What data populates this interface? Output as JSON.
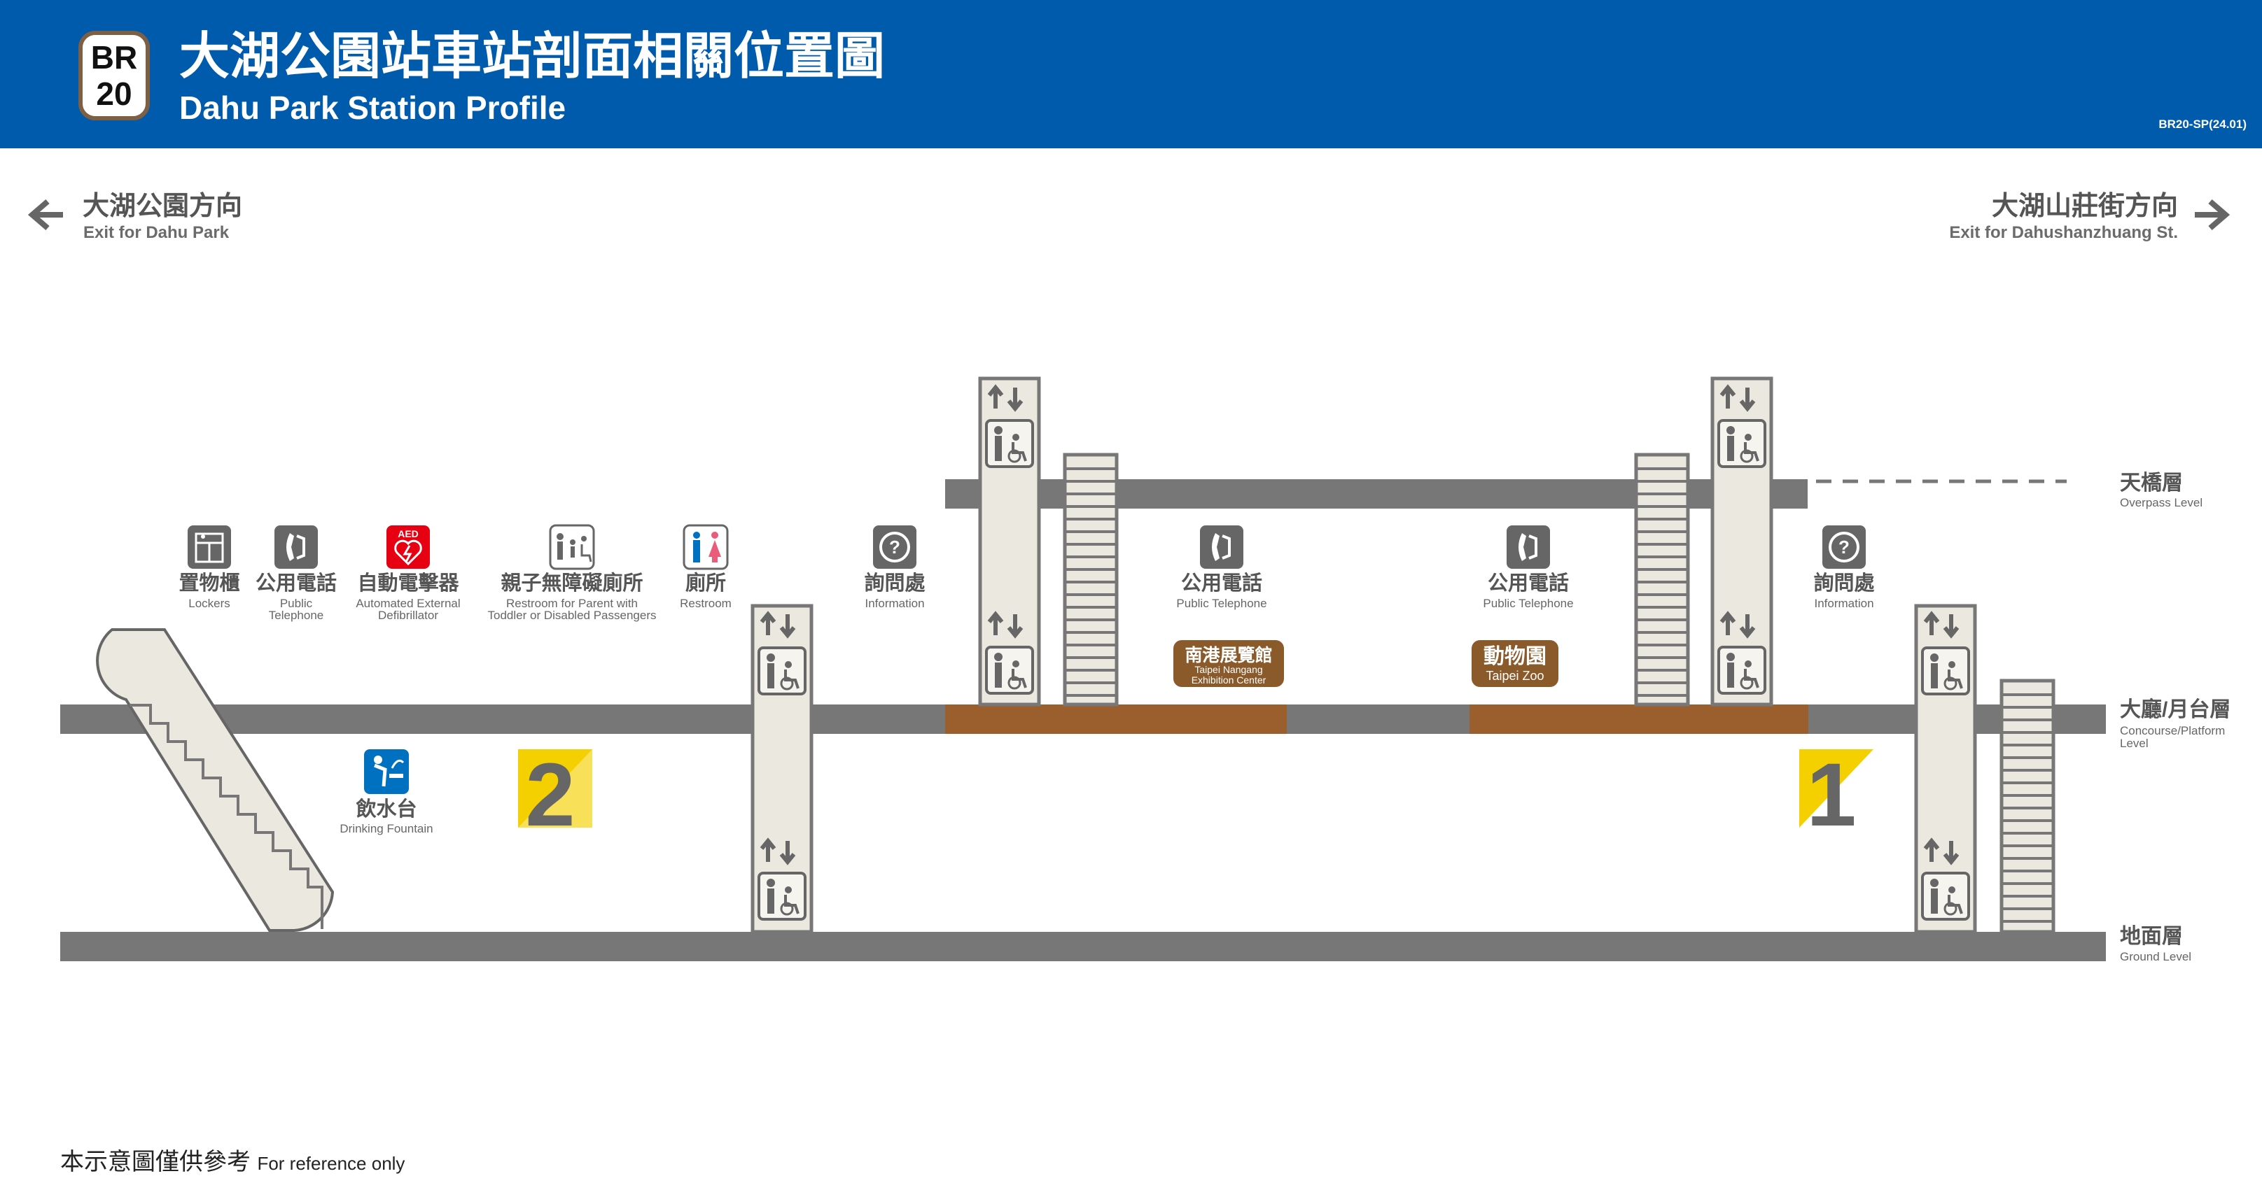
{
  "header": {
    "station_code_line": "BR",
    "station_code_num": "20",
    "title_zh": "大湖公園站車站剖面相關位置圖",
    "title_en": "Dahu Park Station Profile",
    "map_code": "BR20-SP(24.01)"
  },
  "directions": {
    "left": {
      "zh": "大湖公園方向",
      "en": "Exit for Dahu Park"
    },
    "right": {
      "zh": "大湖山莊街方向",
      "en": "Exit for Dahushanzhuang St."
    }
  },
  "levels": {
    "overpass": {
      "zh": "天橋層",
      "en": "Overpass Level"
    },
    "concourse": {
      "zh": "大廳/月台層",
      "en_1": "Concourse/Platform",
      "en_2": "Level"
    },
    "ground": {
      "zh": "地面層",
      "en": "Ground Level"
    }
  },
  "facilities": {
    "lockers": {
      "zh": "置物櫃",
      "en": "Lockers",
      "icon": "locker-icon"
    },
    "phone_left": {
      "zh": "公用電話",
      "en_1": "Public",
      "en_2": "Telephone",
      "icon": "telephone-icon"
    },
    "aed": {
      "zh": "自動電擊器",
      "en_1": "Automated External",
      "en_2": "Defibrillator",
      "icon_text": "AED",
      "icon": "aed-icon"
    },
    "family_restroom": {
      "zh": "親子無障礙廁所",
      "en_1": "Restroom for Parent with",
      "en_2": "Toddler or Disabled Passengers",
      "icon": "family-restroom-icon"
    },
    "restroom": {
      "zh": "廁所",
      "en": "Restroom",
      "icon": "restroom-icon"
    },
    "info_left": {
      "zh": "詢問處",
      "en": "Information",
      "icon": "information-icon"
    },
    "phone_platform2": {
      "zh": "公用電話",
      "en": "Public Telephone",
      "icon": "telephone-icon"
    },
    "phone_platform1": {
      "zh": "公用電話",
      "en": "Public Telephone",
      "icon": "telephone-icon"
    },
    "info_right": {
      "zh": "詢問處",
      "en": "Information",
      "icon": "information-icon"
    },
    "fountain": {
      "zh": "飲水台",
      "en": "Drinking Fountain",
      "icon": "drinking-fountain-icon"
    }
  },
  "platforms": {
    "p2": {
      "number": "2",
      "dest_zh": "南港展覽館",
      "dest_en_1": "Taipei Nangang",
      "dest_en_2": "Exhibition Center"
    },
    "p1": {
      "number": "1",
      "dest_zh": "動物園",
      "dest_en": "Taipei Zoo"
    }
  },
  "colors": {
    "header_blue": "#005bac",
    "slab_gray": "#777777",
    "platform_brown": "#9a5f2c",
    "shaft_fill": "#ebe9df",
    "platform_yellow": "#f5d000",
    "aed_red": "#e60012",
    "fountain_blue": "#0070c0",
    "dest_badge_brown": "#8b5a2b"
  },
  "footer": {
    "note_zh": "本示意圖僅供參考",
    "note_en": "For reference only"
  }
}
